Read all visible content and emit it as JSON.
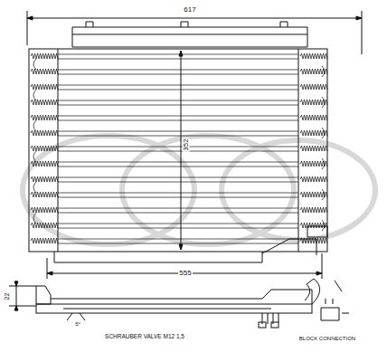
{
  "diagram": {
    "labels": [
      "617",
      "352",
      "555",
      "22",
      "5°",
      "SCHRAUBER VALVE M12 1,5",
      "BLOCK CONNECTION"
    ]
  }
}
